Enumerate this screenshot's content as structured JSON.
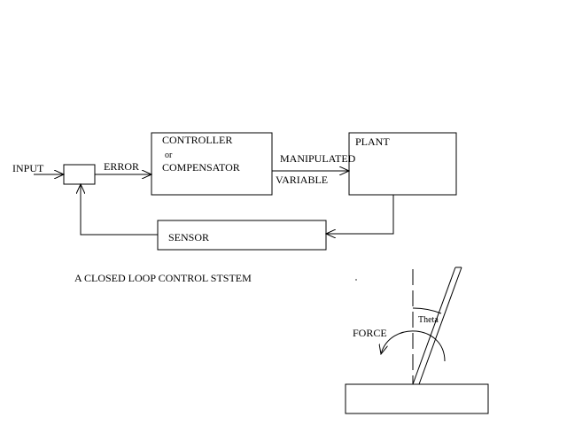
{
  "diagram": {
    "input_label": "INPUT",
    "error_label": "ERROR",
    "controller": {
      "line1": "CONTROLLER",
      "line2": "or",
      "line3": "COMPENSATOR"
    },
    "manipulated_line1": "MANIPULATED",
    "manipulated_line2": "VARIABLE",
    "plant_label": "PLANT",
    "sensor_label": "SENSOR",
    "caption": "A CLOSED LOOP  CONTROL  STSTEM"
  },
  "pendulum": {
    "force_label": "FORCE",
    "theta_label": "Theta"
  }
}
